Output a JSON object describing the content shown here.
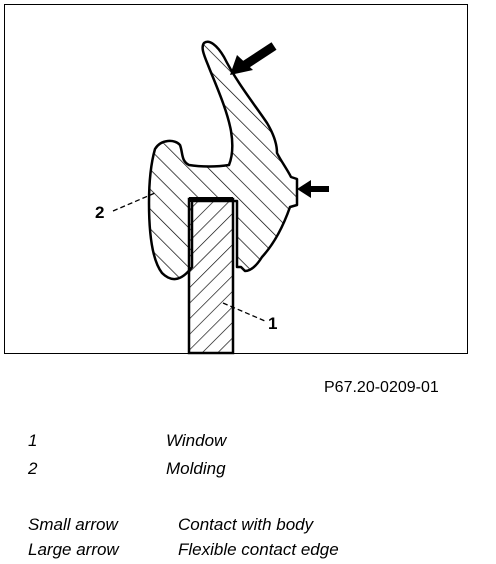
{
  "figure": {
    "callout_window": "1",
    "callout_molding": "2",
    "reference": "P67.20-0209-01"
  },
  "legend": [
    {
      "key": "1",
      "label": "Window"
    },
    {
      "key": "2",
      "label": "Molding"
    }
  ],
  "arrows_legend": [
    {
      "key": "Small arrow",
      "label": "Contact with body"
    },
    {
      "key": "Large arrow",
      "label": "Flexible contact edge"
    }
  ]
}
